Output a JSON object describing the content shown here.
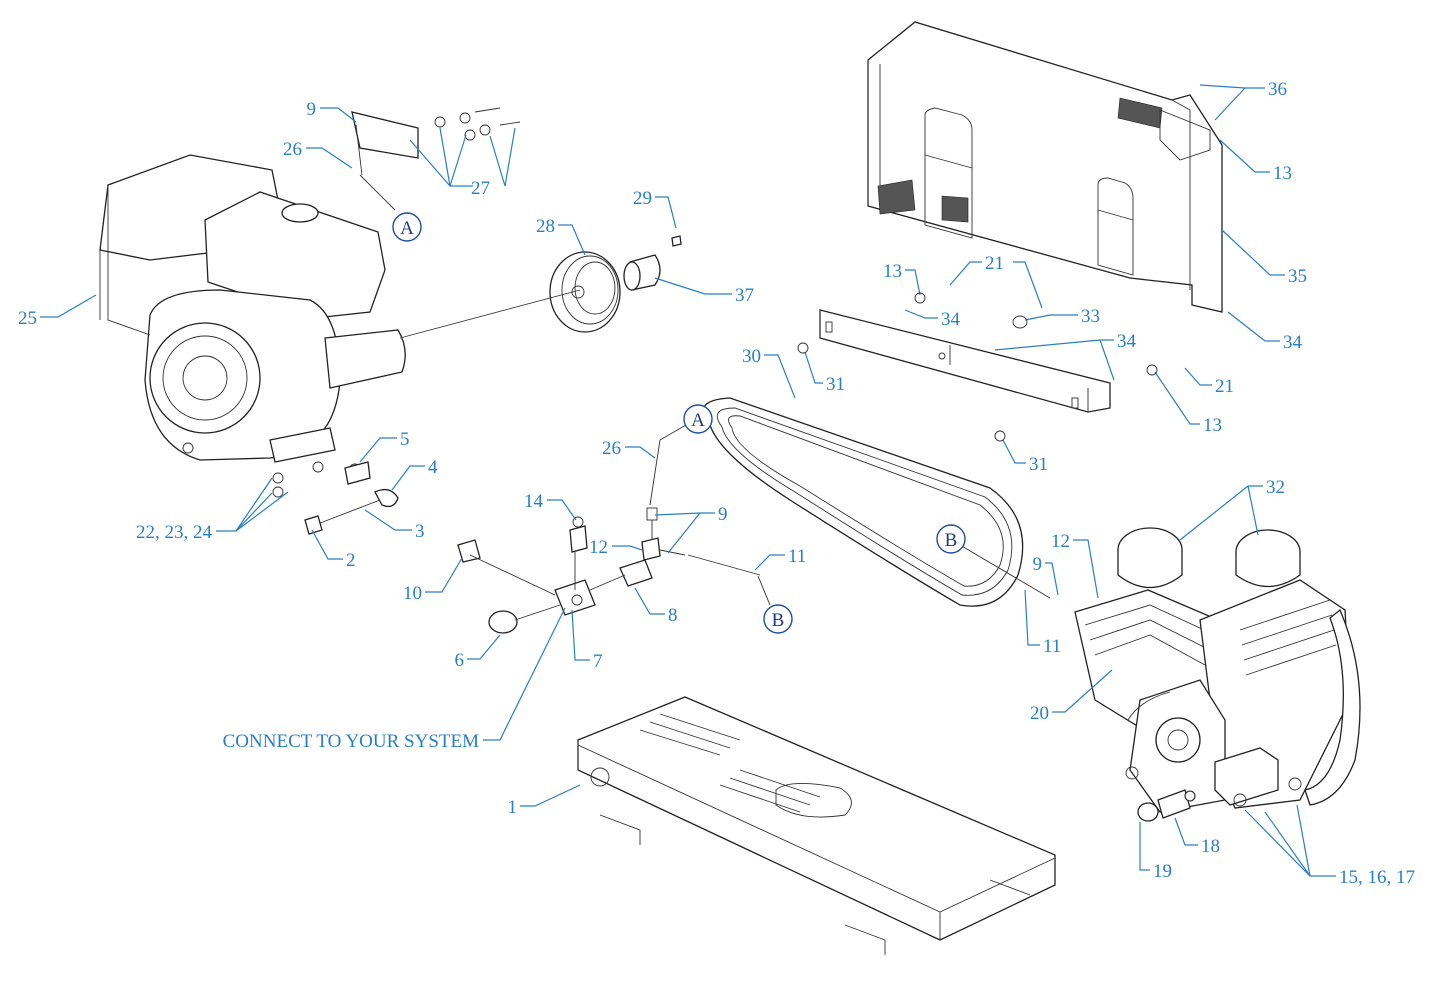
{
  "callouts": [
    {
      "label": "9"
    },
    {
      "label": "26"
    },
    {
      "label": "27"
    },
    {
      "label": "A"
    },
    {
      "label": "25"
    },
    {
      "label": "28"
    },
    {
      "label": "29"
    },
    {
      "label": "37"
    },
    {
      "label": "5"
    },
    {
      "label": "4"
    },
    {
      "label": "22, 23, 24"
    },
    {
      "label": "3"
    },
    {
      "label": "2"
    },
    {
      "label": "10"
    },
    {
      "label": "14"
    },
    {
      "label": "12"
    },
    {
      "label": "9"
    },
    {
      "label": "26"
    },
    {
      "label": "A"
    },
    {
      "label": "11"
    },
    {
      "label": "B"
    },
    {
      "label": "8"
    },
    {
      "label": "6"
    },
    {
      "label": "7"
    },
    {
      "label": "CONNECT TO YOUR SYSTEM"
    },
    {
      "label": "1"
    },
    {
      "label": "30"
    },
    {
      "label": "31"
    },
    {
      "label": "31"
    },
    {
      "label": "13"
    },
    {
      "label": "34"
    },
    {
      "label": "21"
    },
    {
      "label": "33"
    },
    {
      "label": "34"
    },
    {
      "label": "21"
    },
    {
      "label": "13"
    },
    {
      "label": "36"
    },
    {
      "label": "13"
    },
    {
      "label": "35"
    },
    {
      "label": "34"
    },
    {
      "label": "32"
    },
    {
      "label": "12"
    },
    {
      "label": "9"
    },
    {
      "label": "B"
    },
    {
      "label": "11"
    },
    {
      "label": "20"
    },
    {
      "label": "19"
    },
    {
      "label": "18"
    },
    {
      "label": "15, 16, 17"
    }
  ],
  "colors": {
    "callout": "#2a7fc4",
    "connector": "#1f3c8a",
    "linework": "#222222"
  }
}
